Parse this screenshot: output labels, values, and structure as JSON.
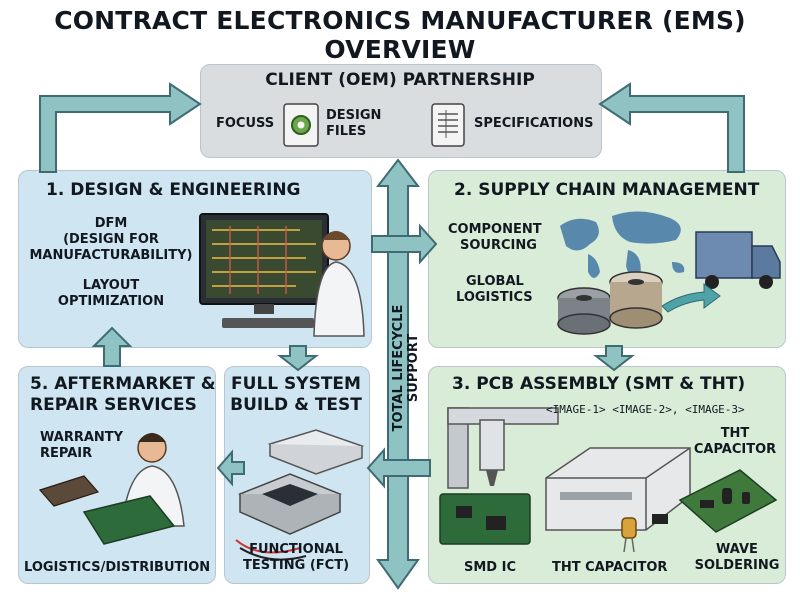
{
  "title": "CONTRACT ELECTRONICS MANUFACTURER (EMS) OVERVIEW",
  "client": {
    "title": "CLIENT (OEM) PARTNERSHIP",
    "focuss": "FOCUSS",
    "design_files": [
      "DESIGN",
      "FILES"
    ],
    "specifications": "SPECIFICATIONS"
  },
  "design": {
    "title": "1. DESIGN & ENGINEERING",
    "dfm": [
      "DFM",
      "(DESIGN FOR",
      "MANUFACTURABILITY)"
    ],
    "layout": [
      "LAYOUT",
      "OPTIMIZATION"
    ]
  },
  "supply": {
    "title": "2. SUPPLY CHAIN MANAGEMENT",
    "sourcing": [
      "COMPONENT",
      "SOURCING"
    ],
    "logistics": [
      "GLOBAL",
      "LOGISTICS"
    ]
  },
  "assembly": {
    "title": "3. PCB ASSEMBLY (SMT & THT)",
    "image_refs": "<IMAGE-1> <IMAGE-2>, <IMAGE-3>",
    "smd": "SMD IC",
    "tht_cap": "THT CAPACITOR",
    "tht_cap_right": [
      "THT",
      "CAPACITOR"
    ],
    "wave": [
      "WAVE",
      "SOLDERING"
    ]
  },
  "build": {
    "title": [
      "FULL SYSTEM",
      "BUILD & TEST"
    ],
    "fct": [
      "FUNCTIONAL",
      "TESTING (FCT)"
    ]
  },
  "aftermarket": {
    "title": [
      "5. AFTERMARKET &",
      "REPAIR SERVICES"
    ],
    "warranty": [
      "WARRANTY",
      "REPAIR"
    ],
    "distribution": "LOGISTICS/DISTRIBUTION"
  },
  "lifecycle": "TOTAL LIFECYCLE SUPPORT",
  "colors": {
    "arrow_fill": "#8fc3c3",
    "arrow_stroke": "#3e6c72",
    "panel_blue": "#cfe5f1",
    "panel_green": "#d8ecd8",
    "panel_grey": "#d9dde0"
  },
  "icons": [
    "gear-document-icon",
    "spreadsheet-document-icon",
    "engineer-at-monitor-illustration",
    "world-map-icon",
    "component-reel-icon",
    "delivery-truck-icon",
    "pick-and-place-machine-illustration",
    "reflow-oven-illustration",
    "test-fixture-illustration",
    "technician-repair-illustration",
    "pcb-board-illustration"
  ]
}
